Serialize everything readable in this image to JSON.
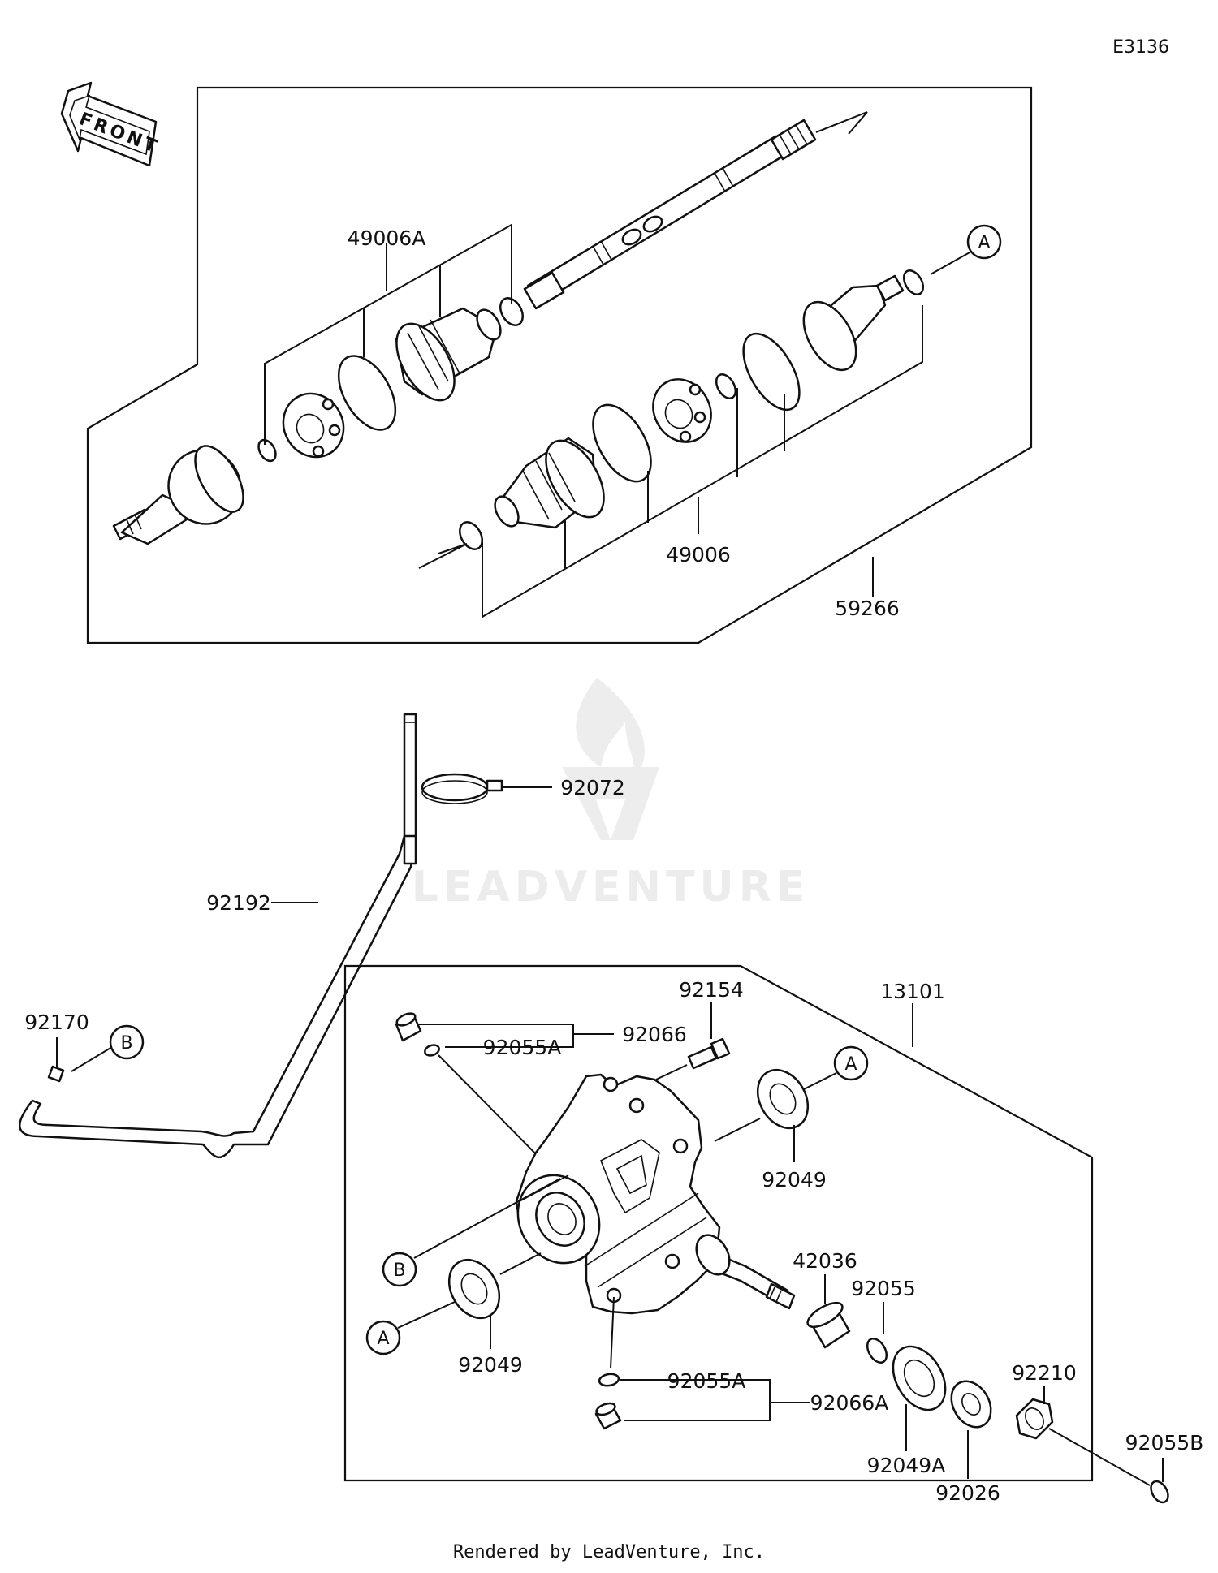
{
  "diagram": {
    "ref_code": "E3136",
    "front_label": "FRONT",
    "watermark": "LEADVENTURE",
    "footer": "Rendered by LeadVenture, Inc.",
    "callouts": {
      "c_49006A": "49006A",
      "c_49006": "49006",
      "c_59266": "59266",
      "c_92072": "92072",
      "c_92192": "92192",
      "c_92170": "92170",
      "c_13101": "13101",
      "c_92154": "92154",
      "c_92066": "92066",
      "c_92055A_top": "92055A",
      "c_92049_top": "92049",
      "c_92049_bottom": "92049",
      "c_42036": "42036",
      "c_92055": "92055",
      "c_92055A_bottom": "92055A",
      "c_92066A": "92066A",
      "c_92210": "92210",
      "c_92055B": "92055B",
      "c_92049A": "92049A",
      "c_92026": "92026"
    },
    "markers": {
      "a_top": "A",
      "a_right": "A",
      "a_left": "A",
      "b_left": "B",
      "b_center": "B"
    }
  }
}
